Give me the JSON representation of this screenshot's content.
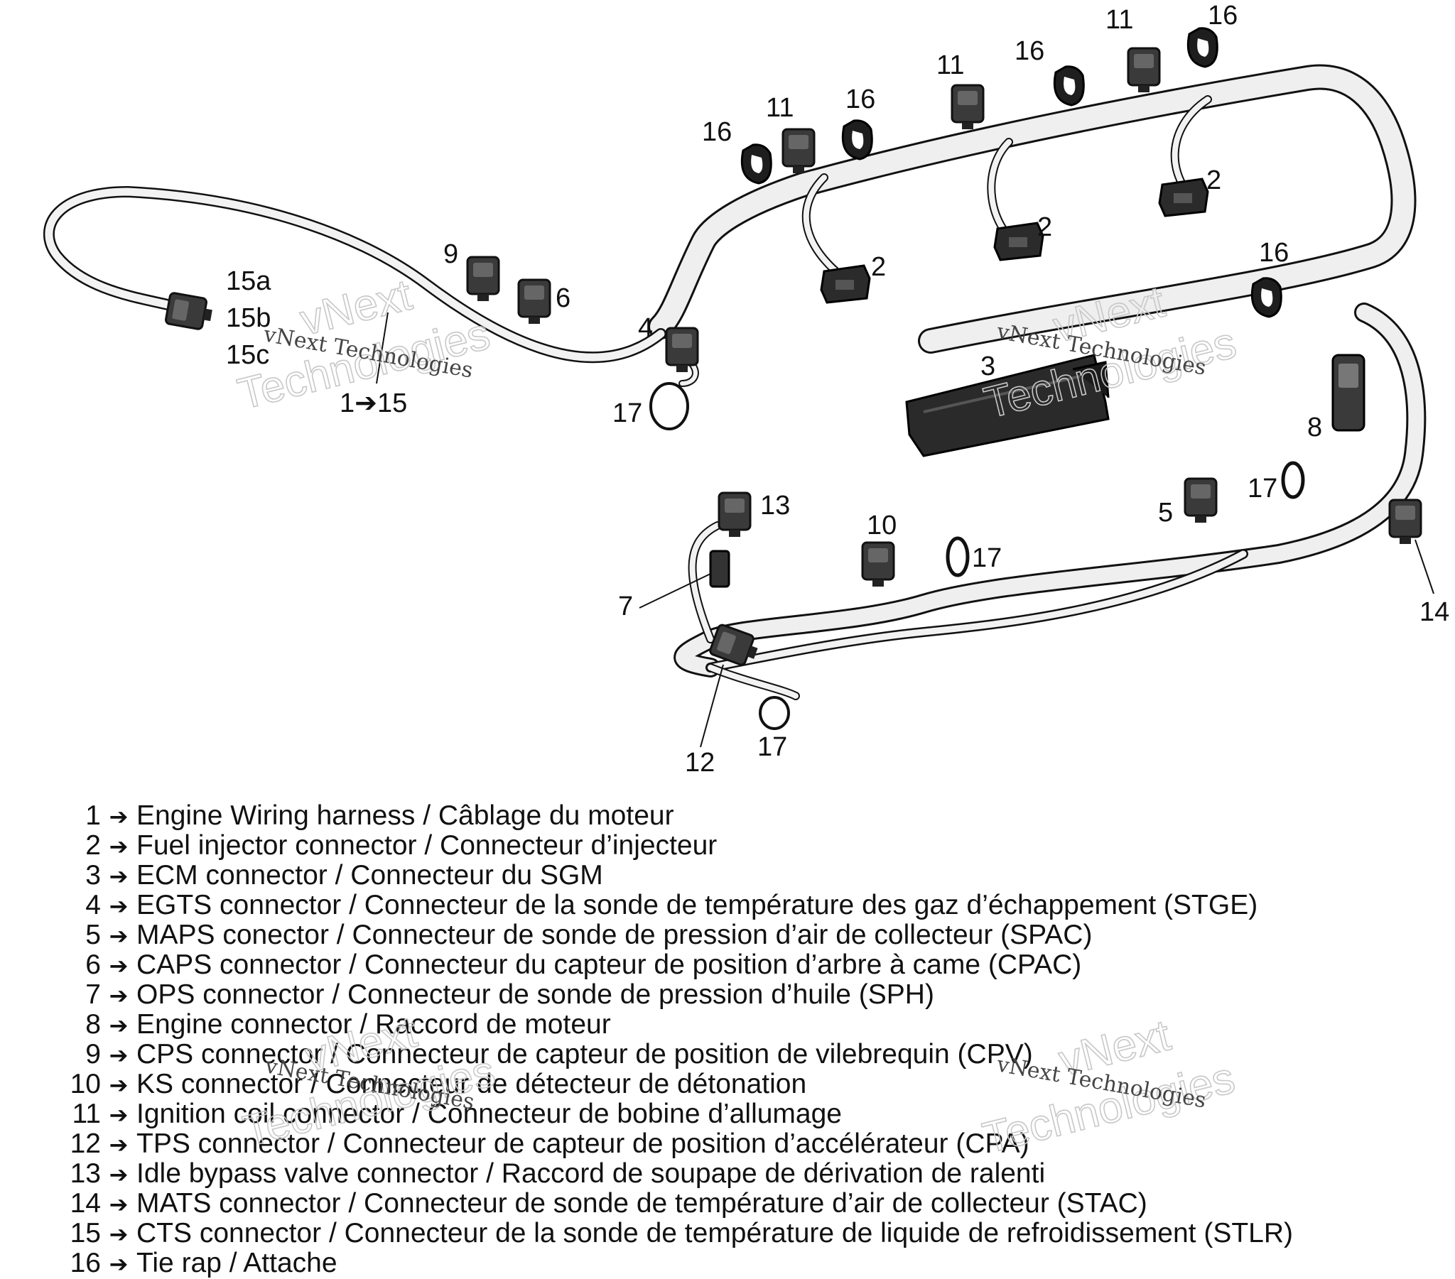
{
  "callouts": [
    {
      "id": "c15a",
      "text": "15a"
    },
    {
      "id": "c15b",
      "text": "15b"
    },
    {
      "id": "c15c",
      "text": "15c"
    },
    {
      "id": "c1to15",
      "text": "1➔15"
    },
    {
      "id": "c9",
      "text": "9"
    },
    {
      "id": "c6",
      "text": "6"
    },
    {
      "id": "c4",
      "text": "4"
    },
    {
      "id": "c17a",
      "text": "17"
    },
    {
      "id": "c16a",
      "text": "16"
    },
    {
      "id": "c11a",
      "text": "11"
    },
    {
      "id": "c16b",
      "text": "16"
    },
    {
      "id": "c11b",
      "text": "11"
    },
    {
      "id": "c16c",
      "text": "16"
    },
    {
      "id": "c11c",
      "text": "11"
    },
    {
      "id": "c16d",
      "text": "16"
    },
    {
      "id": "c2a",
      "text": "2"
    },
    {
      "id": "c2b",
      "text": "2"
    },
    {
      "id": "c2c",
      "text": "2"
    },
    {
      "id": "c16e",
      "text": "16"
    },
    {
      "id": "c3",
      "text": "3"
    },
    {
      "id": "c8",
      "text": "8"
    },
    {
      "id": "c17b",
      "text": "17"
    },
    {
      "id": "c5",
      "text": "5"
    },
    {
      "id": "c14",
      "text": "14"
    },
    {
      "id": "c13",
      "text": "13"
    },
    {
      "id": "c10",
      "text": "10"
    },
    {
      "id": "c17c",
      "text": "17"
    },
    {
      "id": "c7",
      "text": "7"
    },
    {
      "id": "c12",
      "text": "12"
    },
    {
      "id": "c17d",
      "text": "17"
    }
  ],
  "watermark": {
    "line1": "vNext",
    "line2": "Technologies",
    "small": "vNext Technologies"
  },
  "legend": [
    {
      "num": "1",
      "arrow": "➔",
      "text": "Engine Wiring harness / Câblage du moteur"
    },
    {
      "num": "2",
      "arrow": "➔",
      "text": "Fuel injector connector / Connecteur d’injecteur"
    },
    {
      "num": "3",
      "arrow": "➔",
      "text": "ECM connector / Connecteur du SGM"
    },
    {
      "num": "4",
      "arrow": "➔",
      "text": "EGTS connector / Connecteur de la sonde de température des gaz d’échappement (STGE)"
    },
    {
      "num": "5",
      "arrow": "➔",
      "text": "MAPS conector / Connecteur de sonde de pression d’air de collecteur (SPAC)"
    },
    {
      "num": "6",
      "arrow": "➔",
      "text": "CAPS connector / Connecteur du capteur de position d’arbre à came (CPAC)"
    },
    {
      "num": "7",
      "arrow": "➔",
      "text": "OPS connector / Connecteur de sonde de pression d’huile (SPH)"
    },
    {
      "num": "8",
      "arrow": "➔",
      "text": "Engine connector / Raccord de moteur"
    },
    {
      "num": "9",
      "arrow": "➔",
      "text": "CPS connector / Connecteur de capteur de position de vilebrequin (CPV)"
    },
    {
      "num": "10",
      "arrow": "➔",
      "text": "KS connector / Connecteur de détecteur de détonation"
    },
    {
      "num": "11",
      "arrow": "➔",
      "text": "Ignition coil connector / Connecteur de bobine d’allumage"
    },
    {
      "num": "12",
      "arrow": "➔",
      "text": "TPS connector / Connecteur de capteur de position d’accélérateur (CPA)"
    },
    {
      "num": "13",
      "arrow": "➔",
      "text": "Idle bypass valve connector / Raccord de soupape de dérivation de ralenti"
    },
    {
      "num": "14",
      "arrow": "➔",
      "text": "MATS connector / Connecteur de sonde de température d’air de collecteur (STAC)"
    },
    {
      "num": "15",
      "arrow": "➔",
      "text": "CTS connector / Connecteur de la sonde de température de liquide de refroidissement (STLR)"
    },
    {
      "num": "16",
      "arrow": "➔",
      "text": "Tie rap / Attache"
    }
  ]
}
